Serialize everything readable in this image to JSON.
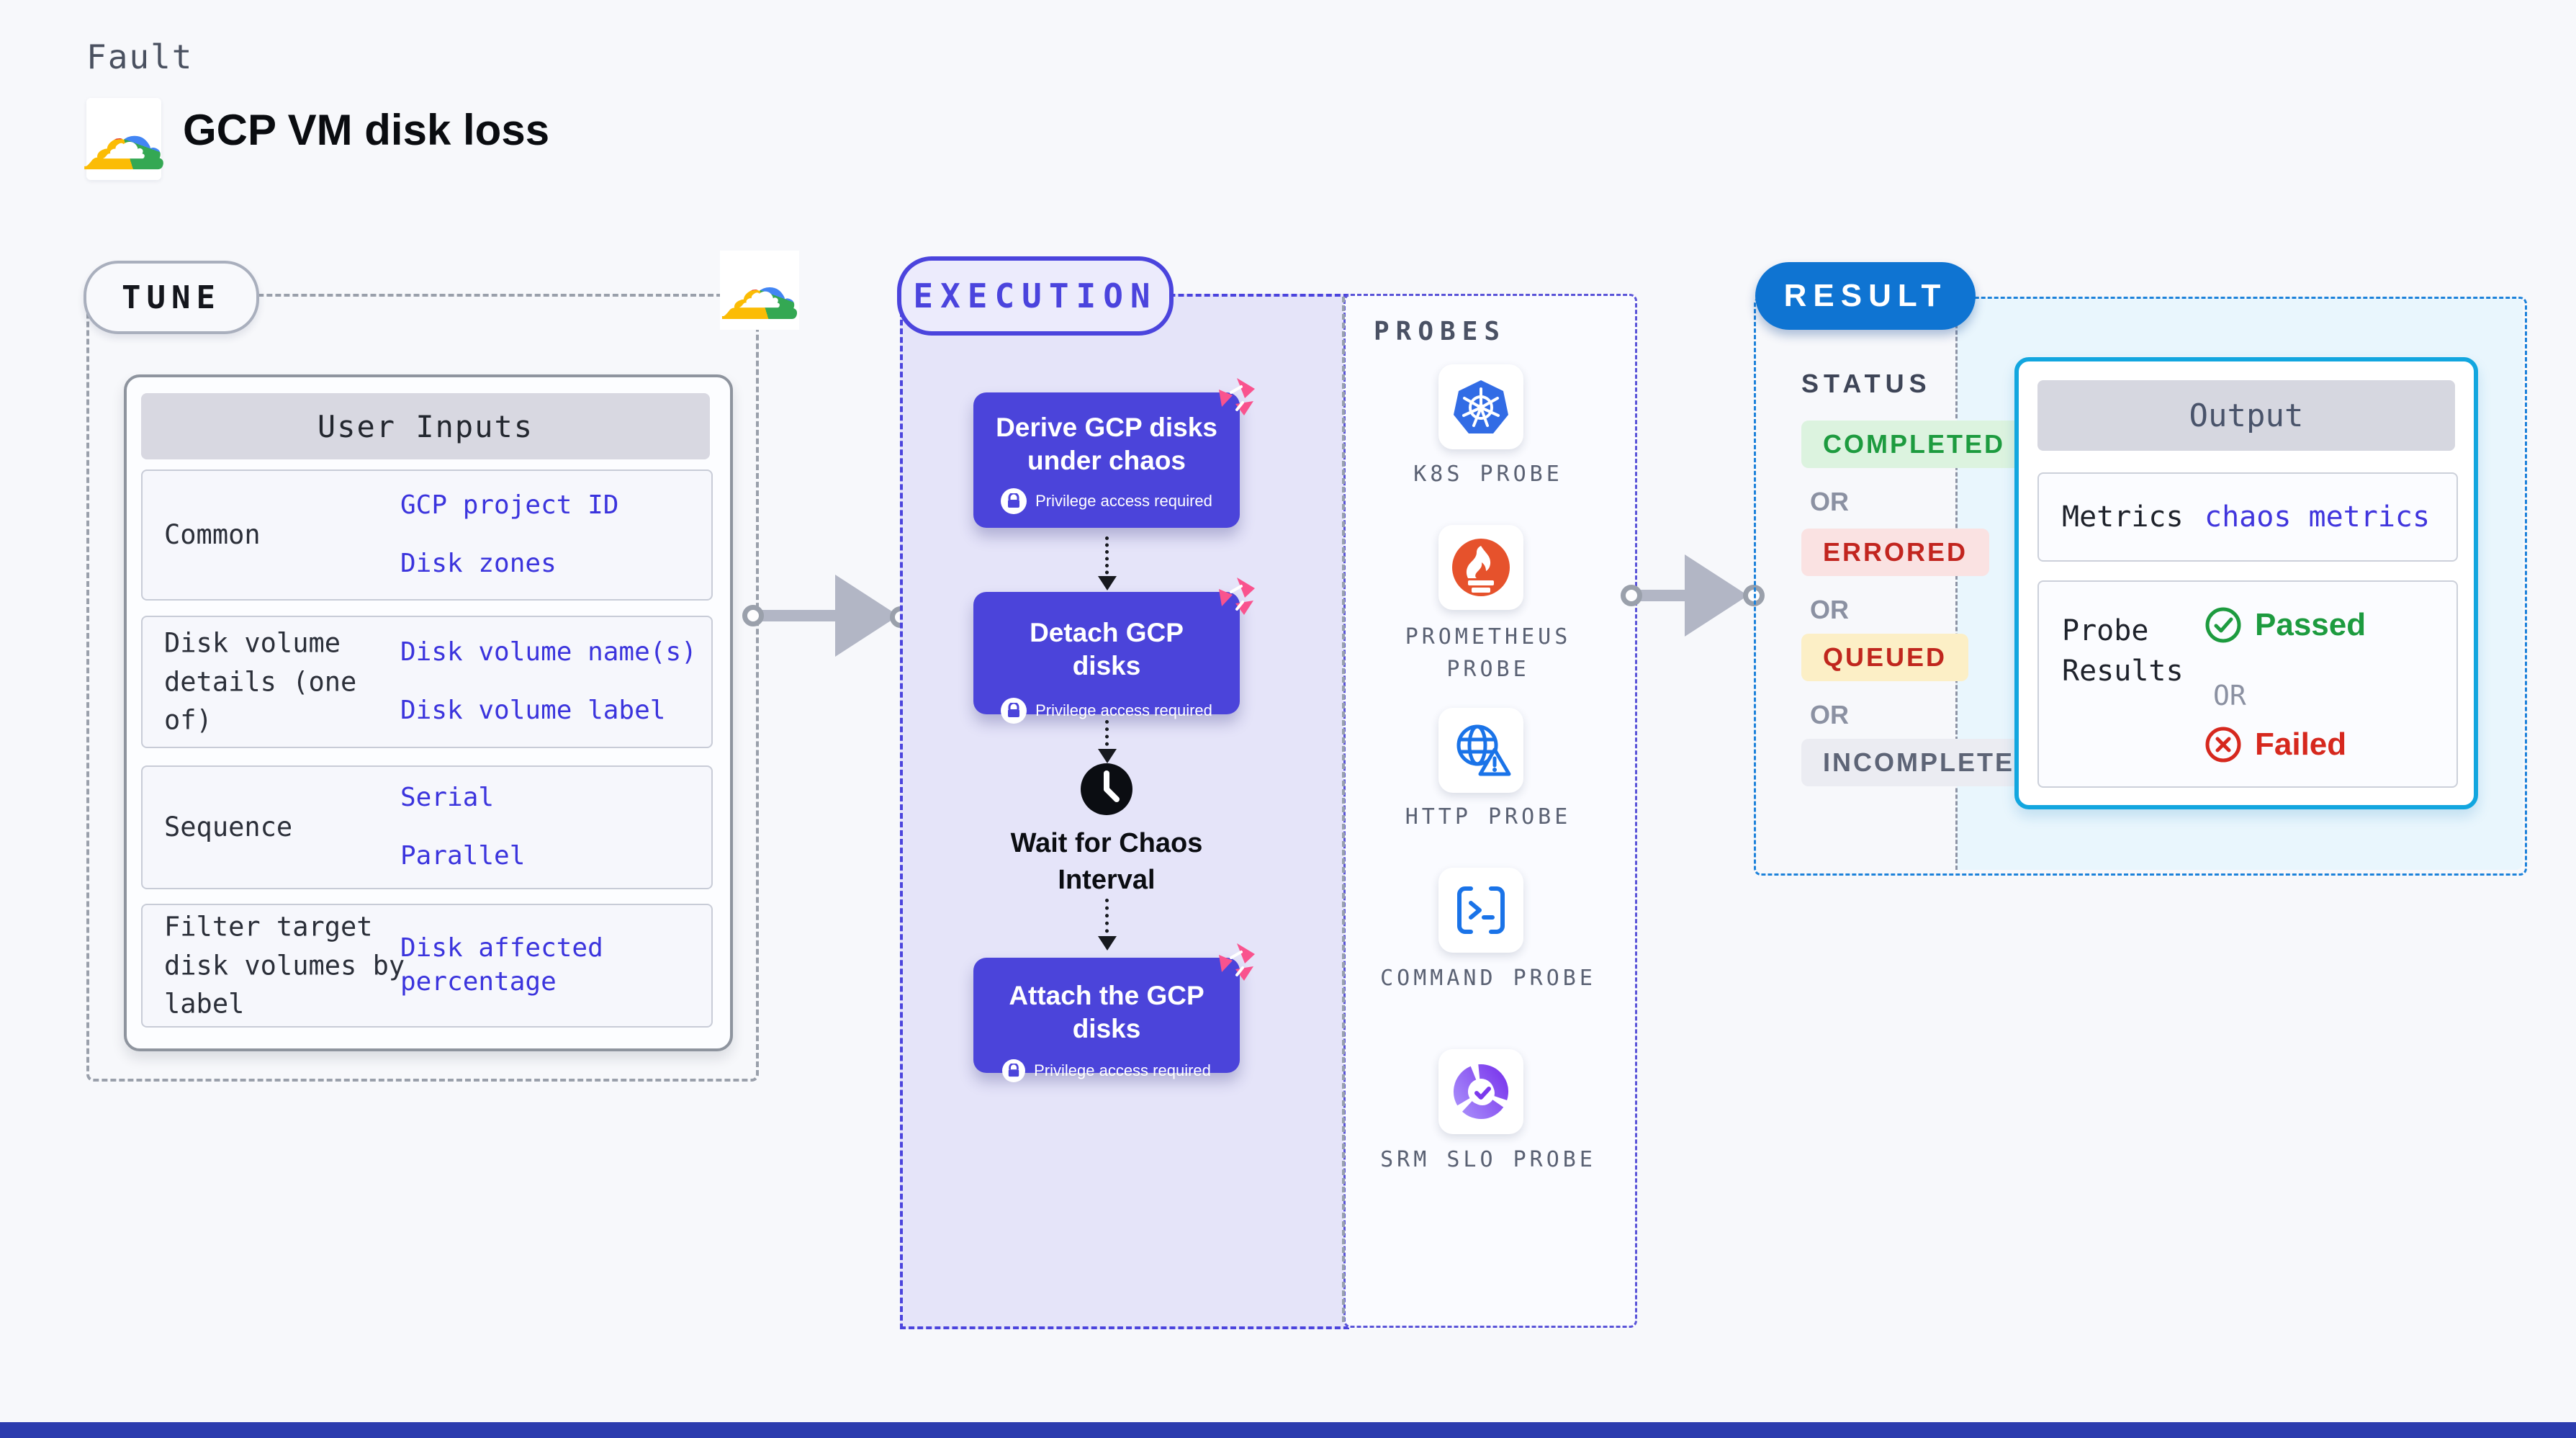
{
  "page": {
    "fault_label": "Fault",
    "title": "GCP VM disk loss"
  },
  "tune": {
    "badge": "TUNE",
    "header": "User Inputs",
    "rows": [
      {
        "label": "Common",
        "values": [
          "GCP project ID",
          "Disk zones"
        ]
      },
      {
        "label": "Disk volume details (one of)",
        "values": [
          "Disk volume name(s)",
          "Disk volume label"
        ]
      },
      {
        "label": "Sequence",
        "values": [
          "Serial",
          "Parallel"
        ]
      },
      {
        "label": "Filter target disk volumes by label",
        "values": [
          "Disk affected percentage"
        ]
      }
    ]
  },
  "execution": {
    "badge": "EXECUTION",
    "nodes": [
      {
        "title": "Derive GCP disks under chaos",
        "badge": "Privilege access required"
      },
      {
        "title": "Detach GCP disks",
        "badge": "Privilege access required"
      },
      {
        "title": "Attach the GCP disks",
        "badge": "Privilege access required"
      }
    ],
    "wait_label": "Wait for Chaos Interval"
  },
  "probes": {
    "label": "PROBES",
    "items": [
      {
        "name": "K8S PROBE",
        "icon": "kubernetes-icon"
      },
      {
        "name": "PROMETHEUS PROBE",
        "icon": "prometheus-icon"
      },
      {
        "name": "HTTP PROBE",
        "icon": "globe-warning-icon"
      },
      {
        "name": "COMMAND PROBE",
        "icon": "terminal-icon"
      },
      {
        "name": "SRM SLO PROBE",
        "icon": "slo-gauge-icon"
      }
    ]
  },
  "result": {
    "badge": "RESULT",
    "status_label": "STATUS",
    "status_items": [
      {
        "kind": "badge",
        "variant": "completed",
        "text": "COMPLETED"
      },
      {
        "kind": "or",
        "text": "OR"
      },
      {
        "kind": "badge",
        "variant": "errored",
        "text": "ERRORED"
      },
      {
        "kind": "or",
        "text": "OR"
      },
      {
        "kind": "badge",
        "variant": "queued",
        "text": "QUEUED"
      },
      {
        "kind": "or",
        "text": "OR"
      },
      {
        "kind": "badge",
        "variant": "incompleted",
        "text": "INCOMPLETED"
      }
    ],
    "output": {
      "header": "Output",
      "metrics_label": "Metrics",
      "metrics_value": "chaos metrics",
      "probe_results_label": "Probe Results",
      "passed": "Passed",
      "or": "OR",
      "failed": "Failed"
    }
  },
  "colors": {
    "indigo": "#4b44dd",
    "lavender": "#e5e4f9",
    "pink": "#f9538e",
    "result_blue": "#0f74d2",
    "cyan_border": "#12a6df",
    "green": "#1d9b3f",
    "red": "#c2251f",
    "queued_bg": "#fcefc6",
    "value_text": "#3b34dd",
    "gcp_red": "#ea4335",
    "gcp_blue": "#4285f4",
    "gcp_yellow": "#fbbc05",
    "gcp_green": "#34a853",
    "kubernetes_blue": "#326ce5",
    "prometheus_orange": "#e6522c",
    "srm_purple": "#8b5cf6"
  }
}
